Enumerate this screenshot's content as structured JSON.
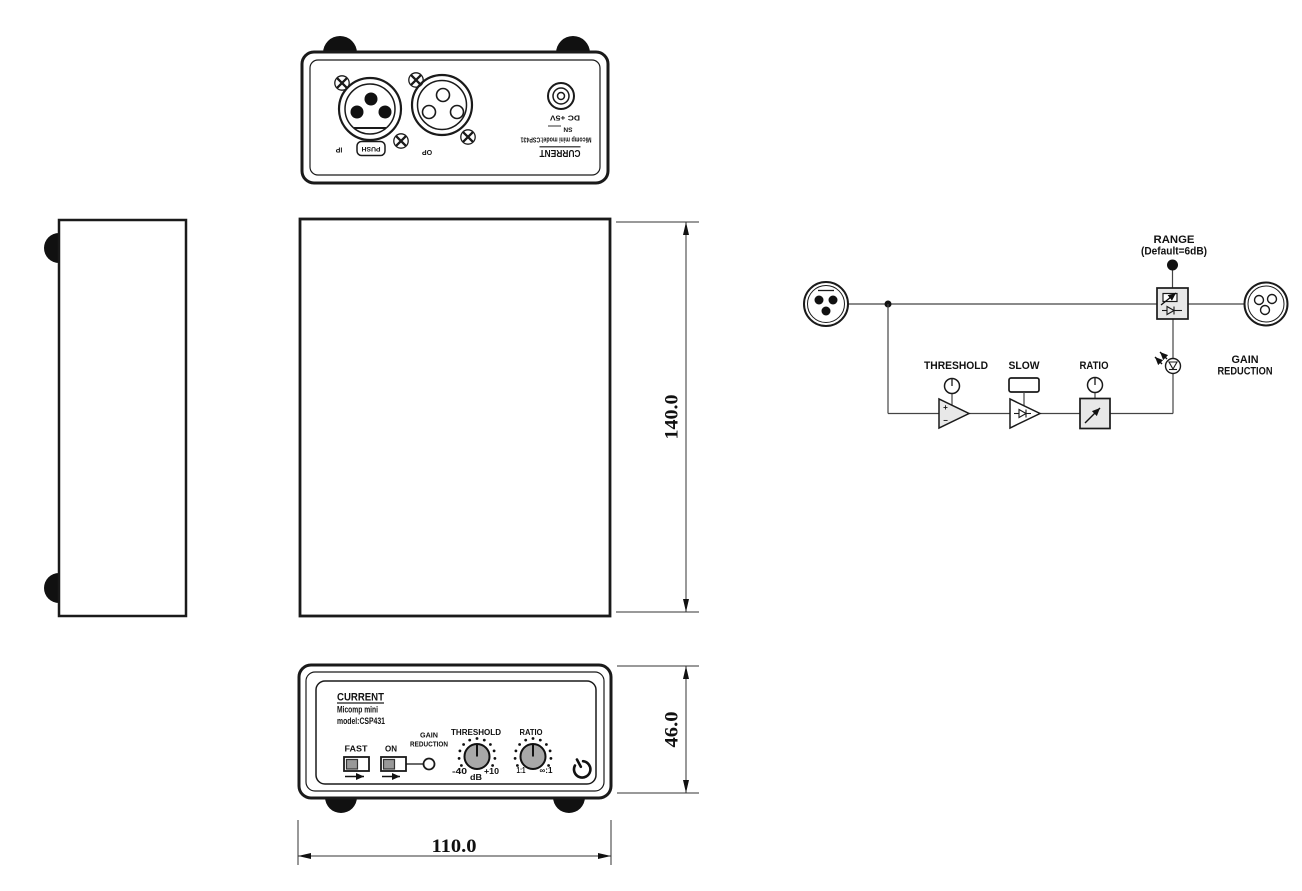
{
  "drawing": {
    "rear_view": {
      "ip_label": "IP",
      "push_label": "PUSH",
      "op_label": "OP",
      "dc_label": "DC +5V",
      "sn_label": "SN",
      "model_line": "Micomp mini model:CSP431",
      "brand": "CURRENT"
    },
    "front_view": {
      "brand": "CURRENT",
      "product": "Micomp mini",
      "model": "model:CSP431",
      "fast_label": "FAST",
      "on_label": "ON",
      "gain_label": "GAIN",
      "reduction_label": "REDUCTION",
      "threshold_label": "THRESHOLD",
      "threshold_min": "-40",
      "threshold_unit": "dB",
      "threshold_max": "+10",
      "ratio_label": "RATIO",
      "ratio_min": "1:1",
      "ratio_max": "∞:1"
    },
    "dimensions": {
      "depth": "140.0",
      "height": "46.0",
      "width": "110.0"
    },
    "block_diagram": {
      "range_line1": "RANGE",
      "range_line2": "(Default=6dB)",
      "threshold_label": "THRESHOLD",
      "slow_label": "SLOW",
      "ratio_label": "RATIO",
      "gain_label": "GAIN",
      "reduction_label": "REDUCTION",
      "plus": "+",
      "minus": "−"
    },
    "colors": {
      "ink": "#111111",
      "case_gray": "#e8e8e8",
      "knob_gray": "#a8a8a8"
    }
  }
}
